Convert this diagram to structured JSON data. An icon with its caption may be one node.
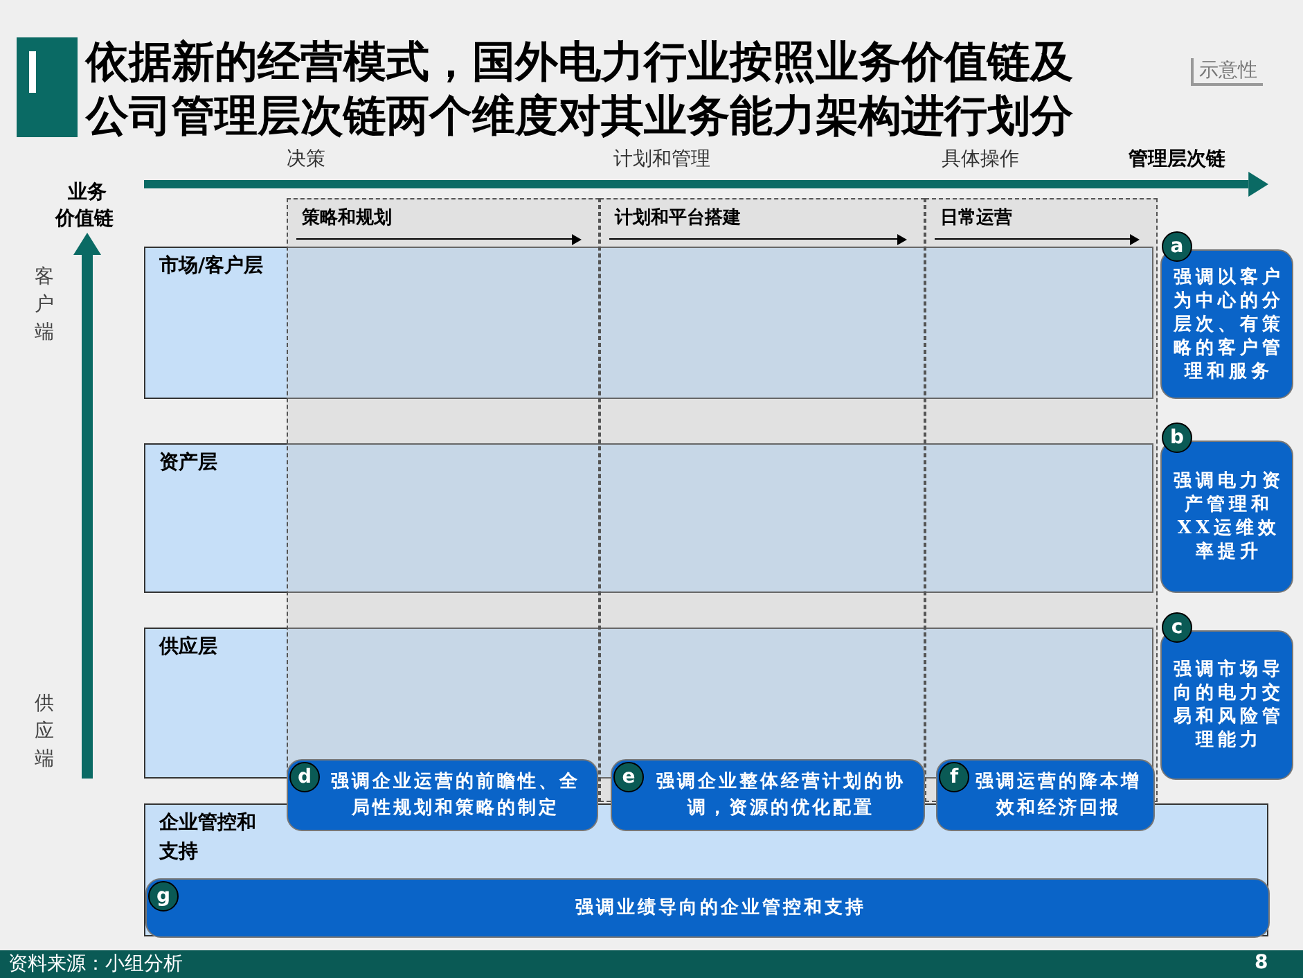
{
  "diagram": {
    "title": "依据新的经营模式，国外电力行业按照业务价值链及公司管理层次链两个维度对其业务能力架构进行划分",
    "nodes": [
      {
        "text": [
          "策略和规划"
        ]
      },
      {
        "text": [
          "计划和平台搭建"
        ]
      },
      {
        "text": [
          "日常运营"
        ]
      },
      {
        "text": [
          "市场/客户层"
        ]
      },
      {
        "text": [
          "资产层"
        ]
      },
      {
        "text": [
          "供应层"
        ]
      },
      {
        "text": [
          "企业管控和支持"
        ]
      },
      {
        "text": [
          "a",
          "强调以客户为中心的分层次、有策略的客户管理和服务"
        ]
      },
      {
        "text": [
          "b",
          "强调电力资产管理和XX运维效率提升"
        ]
      },
      {
        "text": [
          "c",
          "强调市场导向的电力交易和风险管理能力"
        ]
      },
      {
        "text": [
          "d",
          "强调企业运营的前瞻性、全局性规划和策略的制定"
        ]
      },
      {
        "text": [
          "e",
          "强调企业整体经营计划的协调，资源的优化配置"
        ]
      },
      {
        "text": [
          "f",
          "强调运营的降本增效和经济回报"
        ]
      },
      {
        "text": [
          "g",
          "强调业绩导向的企业管控和支持"
        ],
        "in": 6
      }
    ],
    "labels": [
      "示意性",
      "决策",
      "计划和管理",
      "具体操作",
      "管理层次链",
      "业务价值链",
      "客户端",
      "供应端",
      "资料来源：小组分析",
      "8"
    ]
  }
}
